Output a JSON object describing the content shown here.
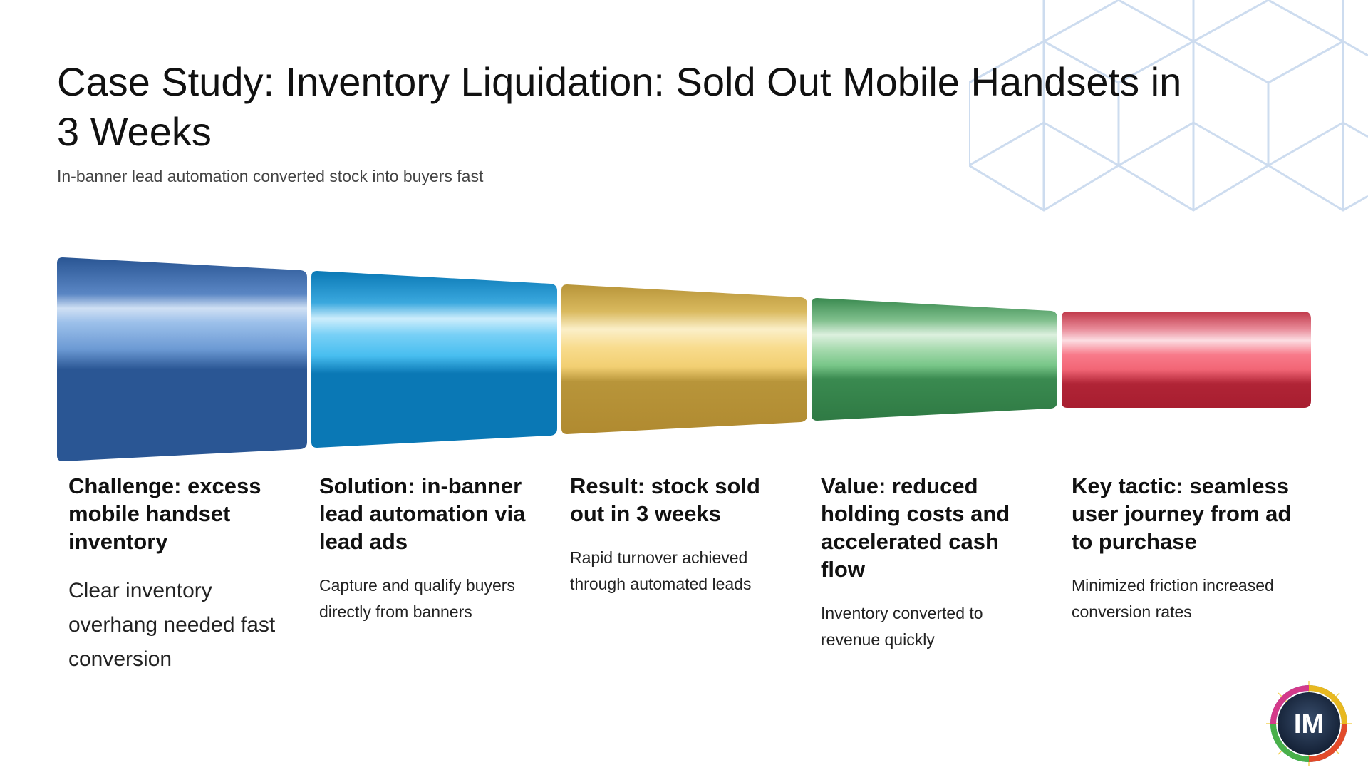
{
  "slide": {
    "title": "Case Study: Inventory Liquidation: Sold Out Mobile Handsets in 3 Weeks",
    "subtitle": "In-banner lead automation converted stock into buyers fast"
  },
  "stages": [
    {
      "heading": "Challenge: excess mobile handset inventory",
      "description": "Clear inventory overhang needed fast conversion",
      "color": "#2a5694"
    },
    {
      "heading": "Solution: in-banner lead automation via lead ads",
      "description": "Capture and qualify buyers directly from banners",
      "color": "#0a7ab8"
    },
    {
      "heading": "Result: stock sold out in 3 weeks",
      "description": "Rapid turnover achieved through automated leads",
      "color": "#b8953a"
    },
    {
      "heading": "Value: reduced holding costs and accelerated cash flow",
      "description": "Inventory converted to revenue quickly",
      "color": "#3a8a50"
    },
    {
      "heading": "Key tactic: seamless user journey from ad to purchase",
      "description": "Minimized friction increased conversion rates",
      "color": "#b82a3a"
    }
  ],
  "logo": {
    "text": "IM"
  },
  "decoration": {
    "name": "hexagon-pattern",
    "color": "#c8d9ee"
  }
}
